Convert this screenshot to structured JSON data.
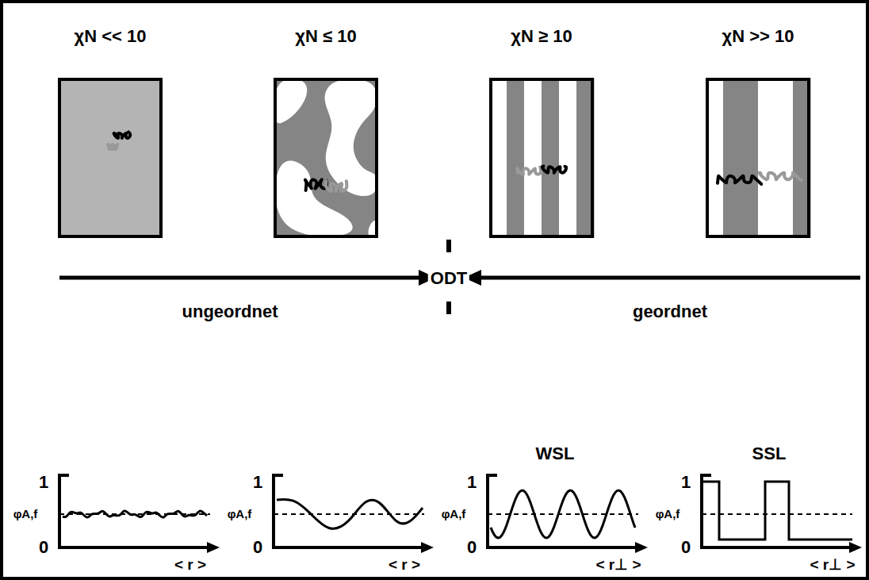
{
  "diagram": {
    "nodes": [
      {
        "text": [
          "χN << 10"
        ]
      },
      {
        "text": [
          "χN ≤ 10"
        ]
      },
      {
        "text": [
          "χN ≥ 10"
        ]
      },
      {
        "text": [
          "χN >> 10"
        ]
      },
      {
        "text": [
          "1",
          "φA,f",
          "0",
          "< r >"
        ]
      },
      {
        "text": [
          "1",
          "φA,f",
          "0",
          "< r >"
        ]
      },
      {
        "text": [
          "WSL",
          "1",
          "φA,f",
          "0",
          "< r⊥ >"
        ]
      },
      {
        "text": [
          "SSL",
          "1",
          "φA,f",
          "0",
          "< r⊥ >"
        ]
      }
    ],
    "labels": [
      "ODT",
      "ungeordnet",
      "geordnet"
    ]
  }
}
